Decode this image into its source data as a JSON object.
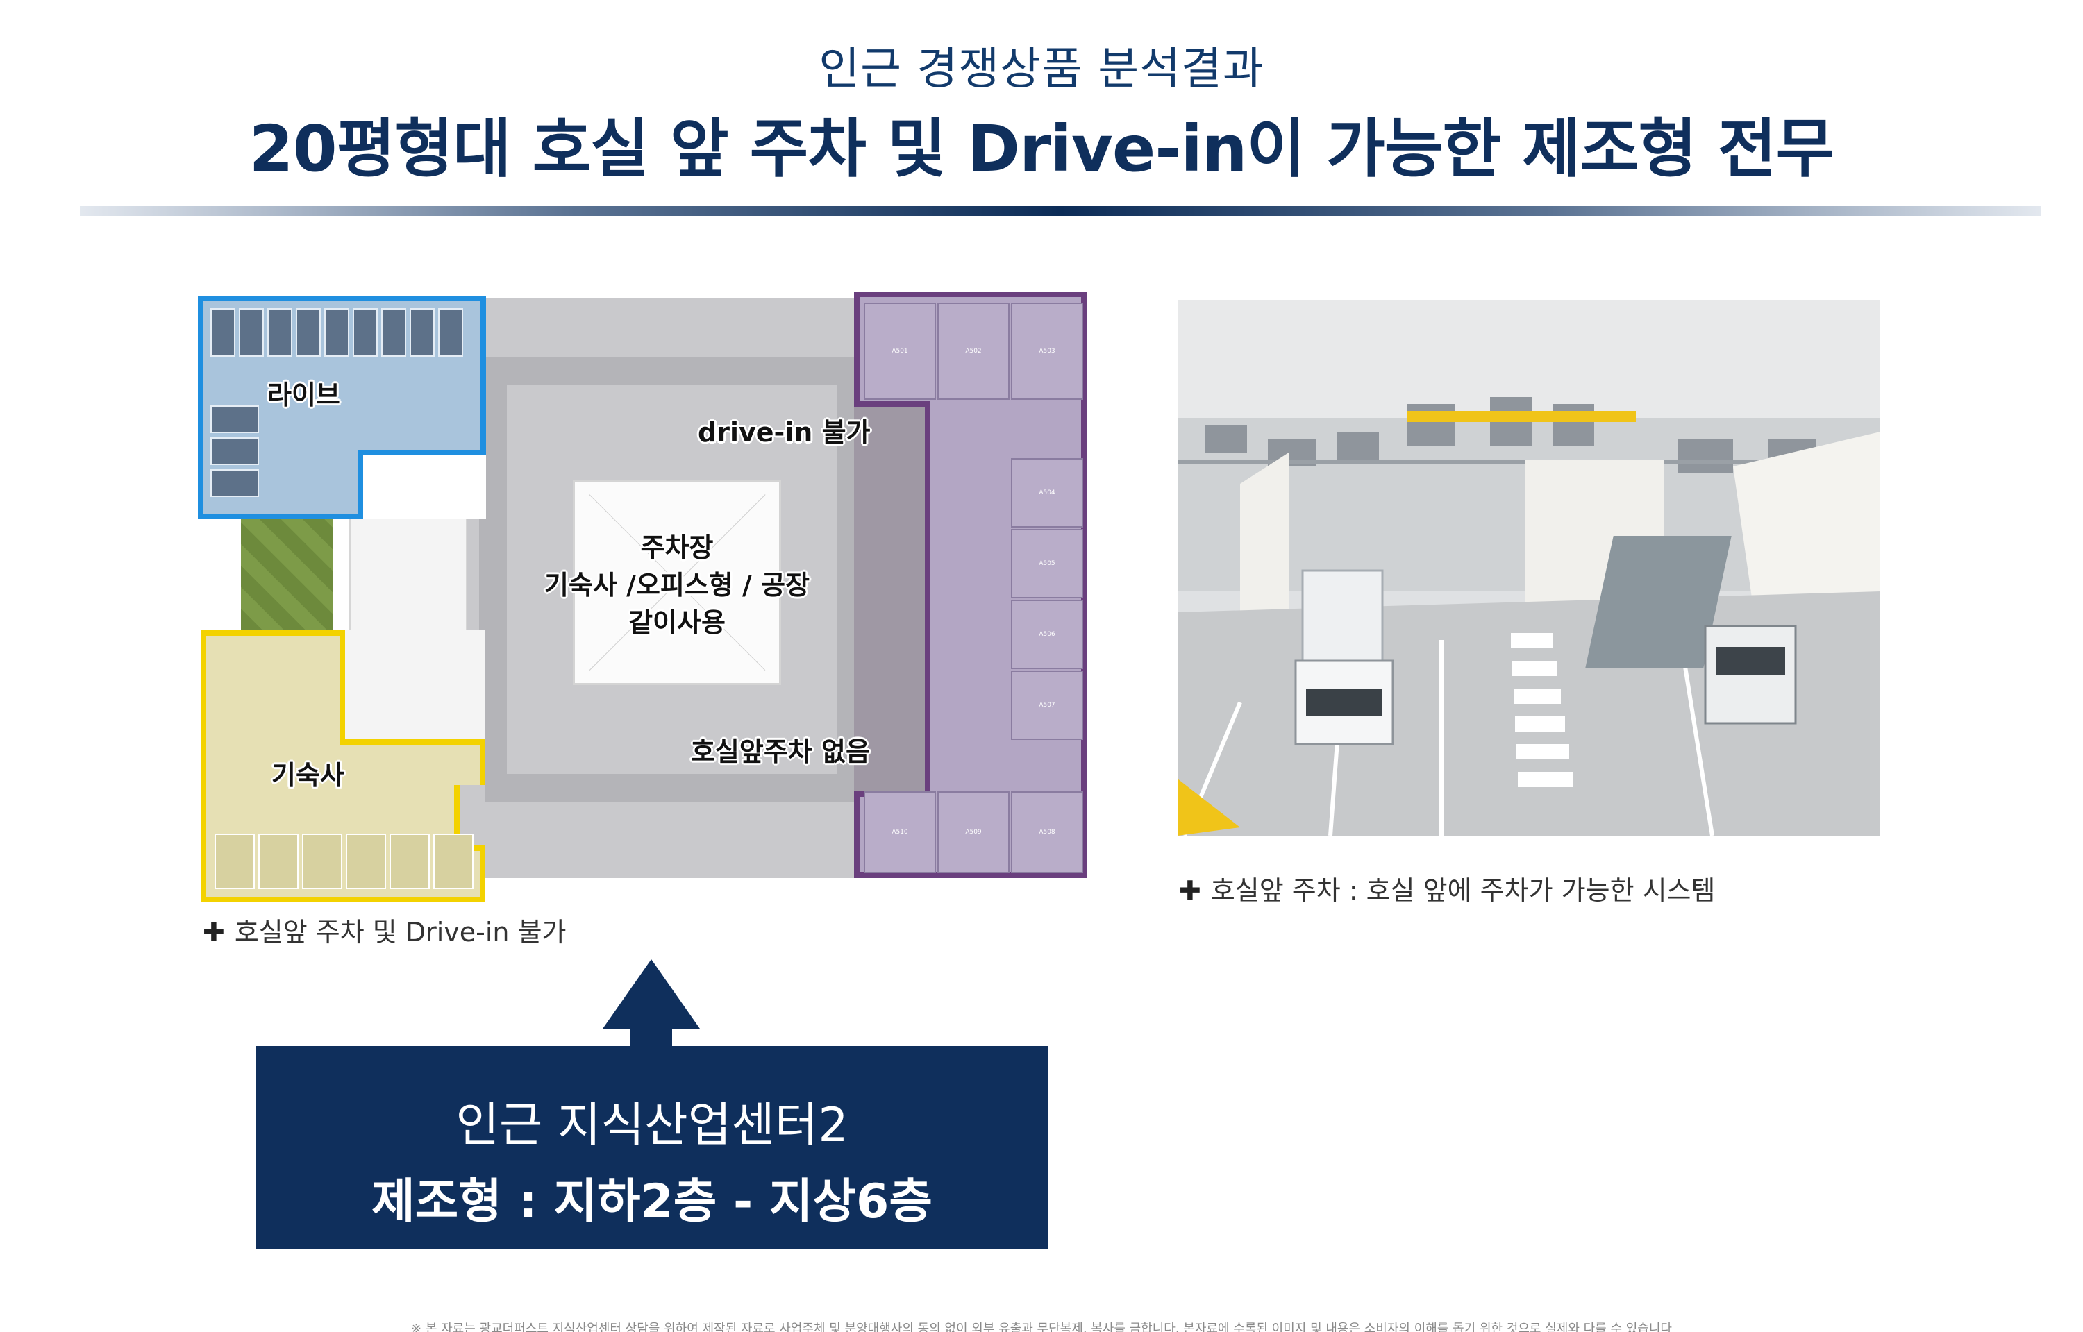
{
  "header": {
    "subtitle": "인근 경쟁상품 분석결과",
    "title": "20평형대 호실 앞 주차 및 Drive-in이 가능한 제조형 전무"
  },
  "floor_plan": {
    "labels": {
      "live": "라이브",
      "dorm": "기숙사",
      "drive_in": "drive-in 불가",
      "parking_line1": "주차장",
      "parking_line2": "기숙사 /오피스형 / 공장",
      "parking_line3": "같이사용",
      "no_front_parking": "호실앞주차 없음"
    },
    "units": [
      "A501",
      "A502",
      "A503",
      "A504",
      "A505",
      "A506",
      "A507",
      "A510",
      "A509",
      "A508"
    ],
    "caption": "호실앞 주차 및 Drive-in 불가"
  },
  "photo": {
    "caption": "호실앞 주차 : 호실 앞에 주차가 가능한 시스템"
  },
  "info_box": {
    "line1": "인근 지식산업센터2",
    "line2": "제조형 : 지하2층 - 지상6층"
  },
  "disclaimer": "※ 본 자료는 광교더퍼스트 지식산업센터 상담을 위하여 제작된 자료로 사업주체 및 분양대행사의 동의 없이 외부 유출과 무단복제, 복사를 금합니다. 본자료에 수록된 이미지 및 내용은 소비자의 이해를 돕기 위한 것으로 실제와 다를 수 있습니다",
  "icons": {
    "bullet": "✚"
  },
  "colors": {
    "navy": "#0f2f5c",
    "blue_zone": "#1f8fe0",
    "yellow_zone": "#f3d200",
    "purple_zone": "#6a3f7e"
  }
}
